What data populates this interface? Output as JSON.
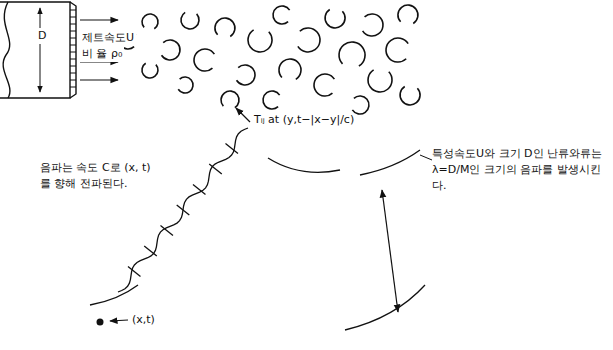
{
  "diagram": {
    "labels": [
      "D",
      "제트속도U",
      "비 율 ρ₀",
      "Tᵢⱼ at (y,t−|x−y|/c)",
      "음파는 속도 C로 (x, t)를 향해 전파된다.",
      "특성속도U와 크기 D인 난류와류는 λ=D/M인 크기의 음파를 발생시킨다.",
      "(x,t)"
    ]
  }
}
